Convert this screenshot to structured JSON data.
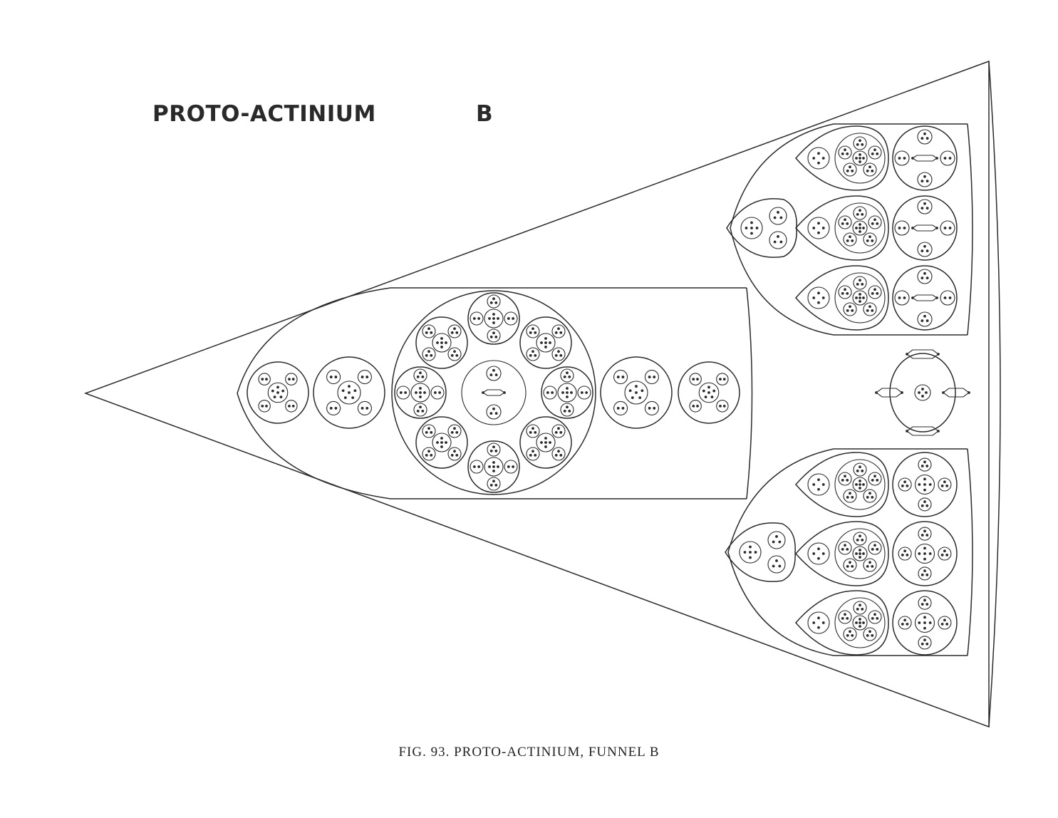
{
  "heading": {
    "element": "PROTO-ACTINIUM",
    "variant": "B"
  },
  "caption": "FIG. 93. PROTO-ACTINIUM, FUNNEL B",
  "colors": {
    "ink": "#2b2b2b",
    "paper": "#ffffff"
  }
}
